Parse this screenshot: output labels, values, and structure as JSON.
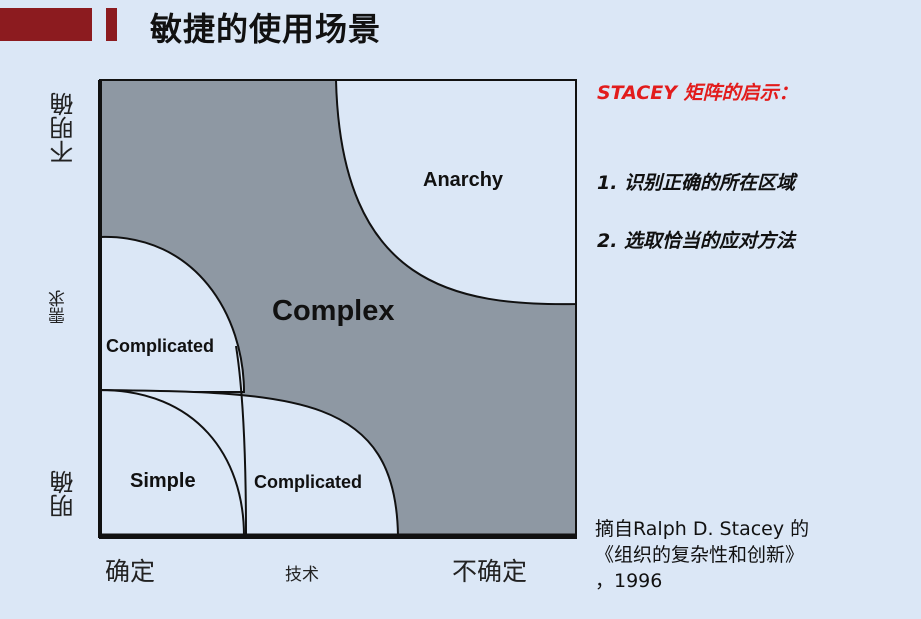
{
  "header": {
    "title": "敏捷的使用场景"
  },
  "axes": {
    "y_top": "不明确",
    "y_mid": "需求",
    "y_bottom": "明确",
    "x_left": "确定",
    "x_mid": "技术",
    "x_right": "不确定"
  },
  "matrix": {
    "regions": {
      "anarchy": "Anarchy",
      "complex": "Complex",
      "complicated_left": "Complicated",
      "simple": "Simple",
      "complicated_bottom": "Complicated"
    },
    "colors": {
      "complex": "#8e98a3",
      "light": "#dbe7f6",
      "border": "#111111"
    }
  },
  "sidebar": {
    "heading": "STACEY 矩阵的启示：",
    "items": [
      "1. 识别正确的所在区域",
      "2. 选取恰当的应对方法"
    ]
  },
  "citation": {
    "line1": "摘自Ralph D. Stacey 的",
    "line2": "《组织的复杂性和创新》",
    "line3": "，1996"
  }
}
